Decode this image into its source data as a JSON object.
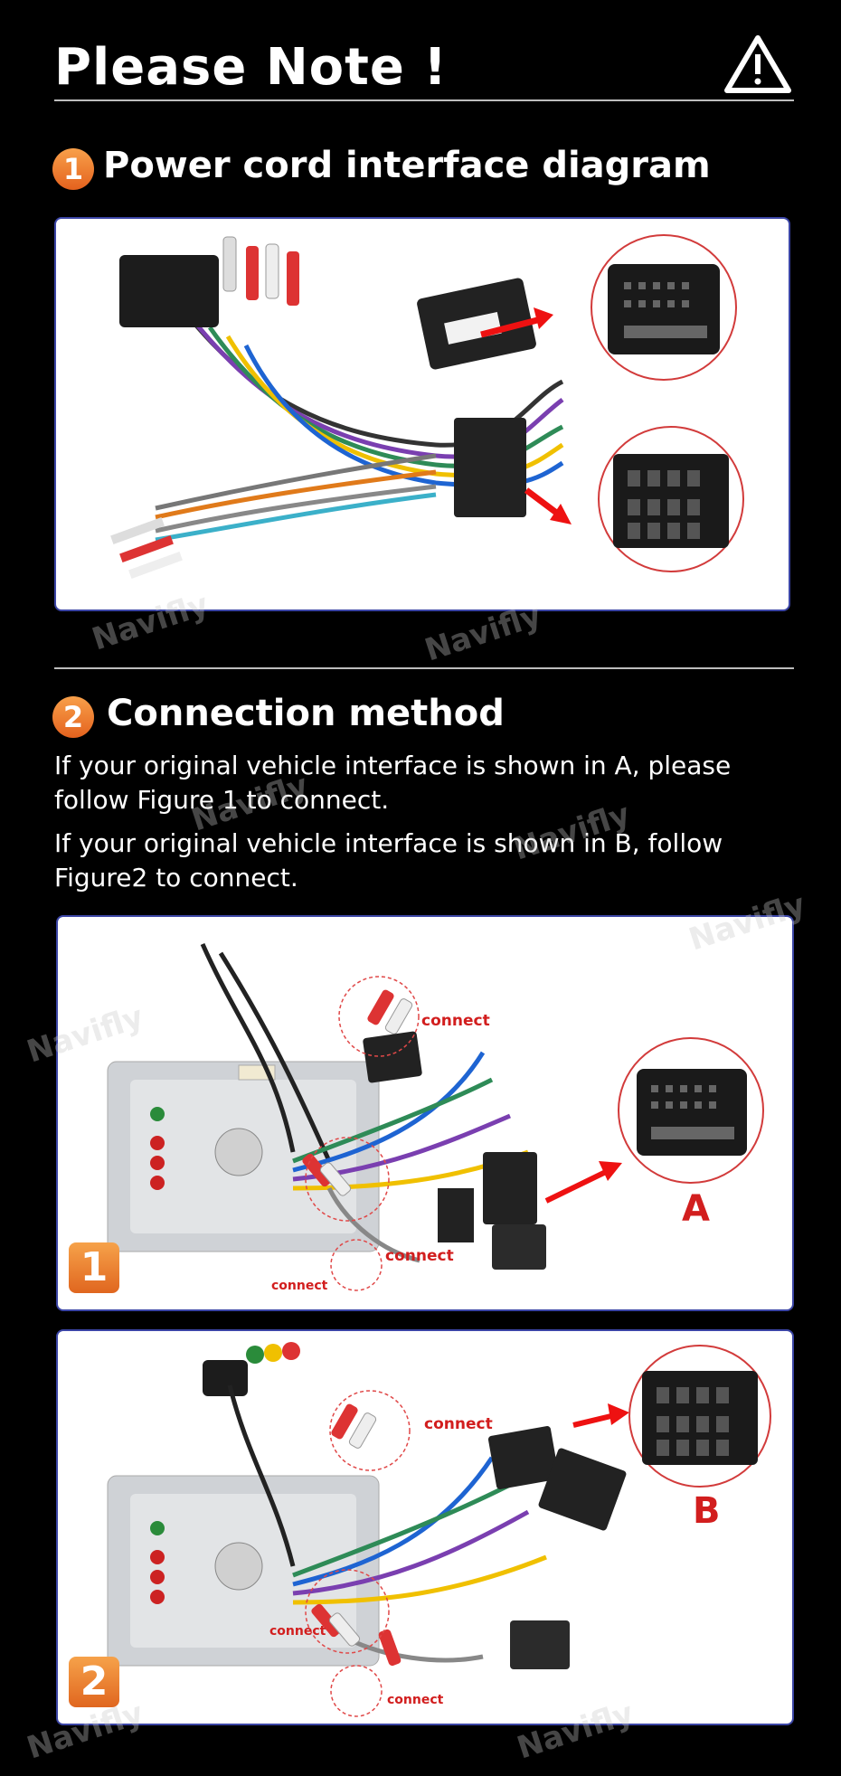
{
  "header": {
    "title": "Please Note !",
    "warning_icon": "warning-triangle-icon"
  },
  "section1": {
    "number": "1",
    "title": "Power cord interface diagram"
  },
  "section2": {
    "number": "2",
    "title": "Connection method",
    "para_a": "If your original vehicle interface is shown in A, please follow Figure 1 to connect.",
    "para_b": "If your original vehicle interface is shown in B, follow Figure2 to connect."
  },
  "figure1": {
    "badge": "1",
    "label": "A",
    "connect_labels": [
      "connect",
      "connect",
      "connect"
    ]
  },
  "figure2": {
    "badge": "2",
    "label": "B",
    "connect_labels": [
      "connect",
      "connect",
      "connect"
    ]
  },
  "watermark": "Navifly",
  "colors": {
    "accent": "#e4621e",
    "panel_border": "#3b45a5",
    "label_red": "#d21e1e"
  }
}
